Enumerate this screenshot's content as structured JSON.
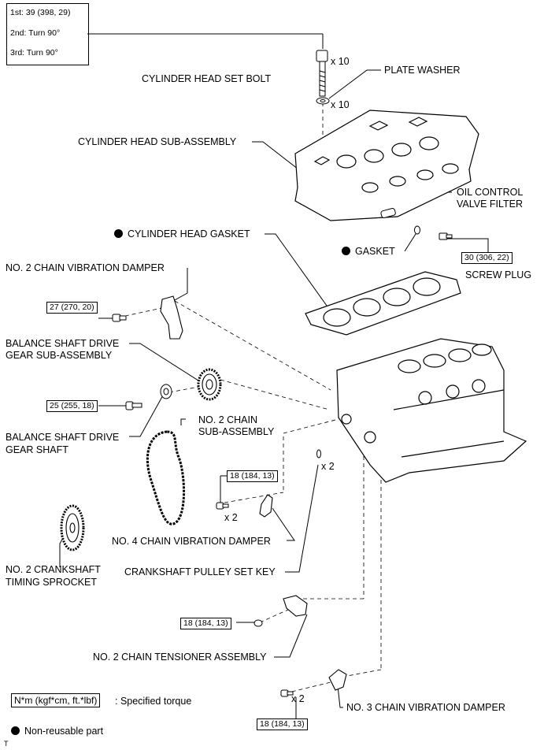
{
  "torque_sequence": {
    "step1": "1st: 39 (398, 29)",
    "step2": "2nd: Turn 90°",
    "step3": "3rd: Turn 90°"
  },
  "labels": {
    "cylinder_head_set_bolt": "CYLINDER HEAD SET BOLT",
    "plate_washer": "PLATE WASHER",
    "cylinder_head_sub_assembly": "CYLINDER HEAD SUB-ASSEMBLY",
    "oil_control_valve_filter_1": "OIL CONTROL",
    "oil_control_valve_filter_2": "VALVE FILTER",
    "cylinder_head_gasket": "CYLINDER HEAD GASKET",
    "gasket": "GASKET",
    "screw_plug": "SCREW PLUG",
    "no2_chain_vibration_damper": "NO. 2 CHAIN VIBRATION DAMPER",
    "balance_shaft_drive_gear_sub_1": "BALANCE SHAFT DRIVE",
    "balance_shaft_drive_gear_sub_2": "GEAR SUB-ASSEMBLY",
    "balance_shaft_drive_gear_shaft_1": "BALANCE SHAFT DRIVE",
    "balance_shaft_drive_gear_shaft_2": "GEAR SHAFT",
    "no2_chain_sub_1": "NO. 2 CHAIN",
    "no2_chain_sub_2": "SUB-ASSEMBLY",
    "no4_chain_vibration_damper": "NO. 4 CHAIN VIBRATION DAMPER",
    "no2_crankshaft_timing_sprocket_1": "NO. 2 CRANKSHAFT",
    "no2_crankshaft_timing_sprocket_2": "TIMING SPROCKET",
    "crankshaft_pulley_set_key": "CRANKSHAFT PULLEY SET KEY",
    "no2_chain_tensioner_assembly": "NO. 2 CHAIN TENSIONER ASSEMBLY",
    "no3_chain_vibration_damper": "NO. 3 CHAIN VIBRATION DAMPER"
  },
  "torques": {
    "screw_plug": "30 (306, 22)",
    "no2_damper": "27 (270, 20)",
    "gear_shaft": "25 (255, 18)",
    "no4_damper": "18 (184, 13)",
    "tensioner": "18 (184, 13)",
    "no3_damper": "18 (184, 13)"
  },
  "quantities": {
    "bolt": "x 10",
    "washer": "x 10",
    "no4_damper_bolts": "x 2",
    "set_key": "x 2",
    "no3_damper_bolts": "x 2"
  },
  "legend": {
    "torque_box": "N*m (kgf*cm, ft.*lbf)",
    "torque_desc": ": Specified torque",
    "non_reusable": "Non-reusable part"
  },
  "footer_mark": "T"
}
